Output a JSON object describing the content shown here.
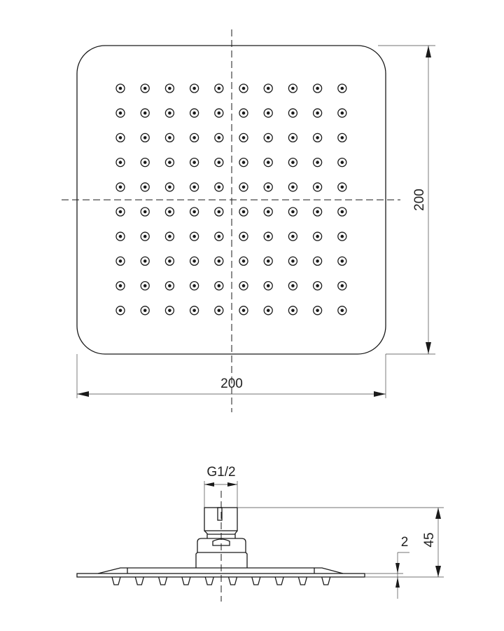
{
  "drawing": {
    "top_view": {
      "width_dim": "200",
      "height_dim": "200",
      "nozzle_rows": 10,
      "nozzle_cols": 10
    },
    "side_view": {
      "thread_dim": "G1/2",
      "height_dim": "45",
      "plate_dim": "2",
      "nozzle_count": 10
    }
  },
  "colors": {
    "line": "#1a1a1a",
    "background": "#ffffff"
  }
}
